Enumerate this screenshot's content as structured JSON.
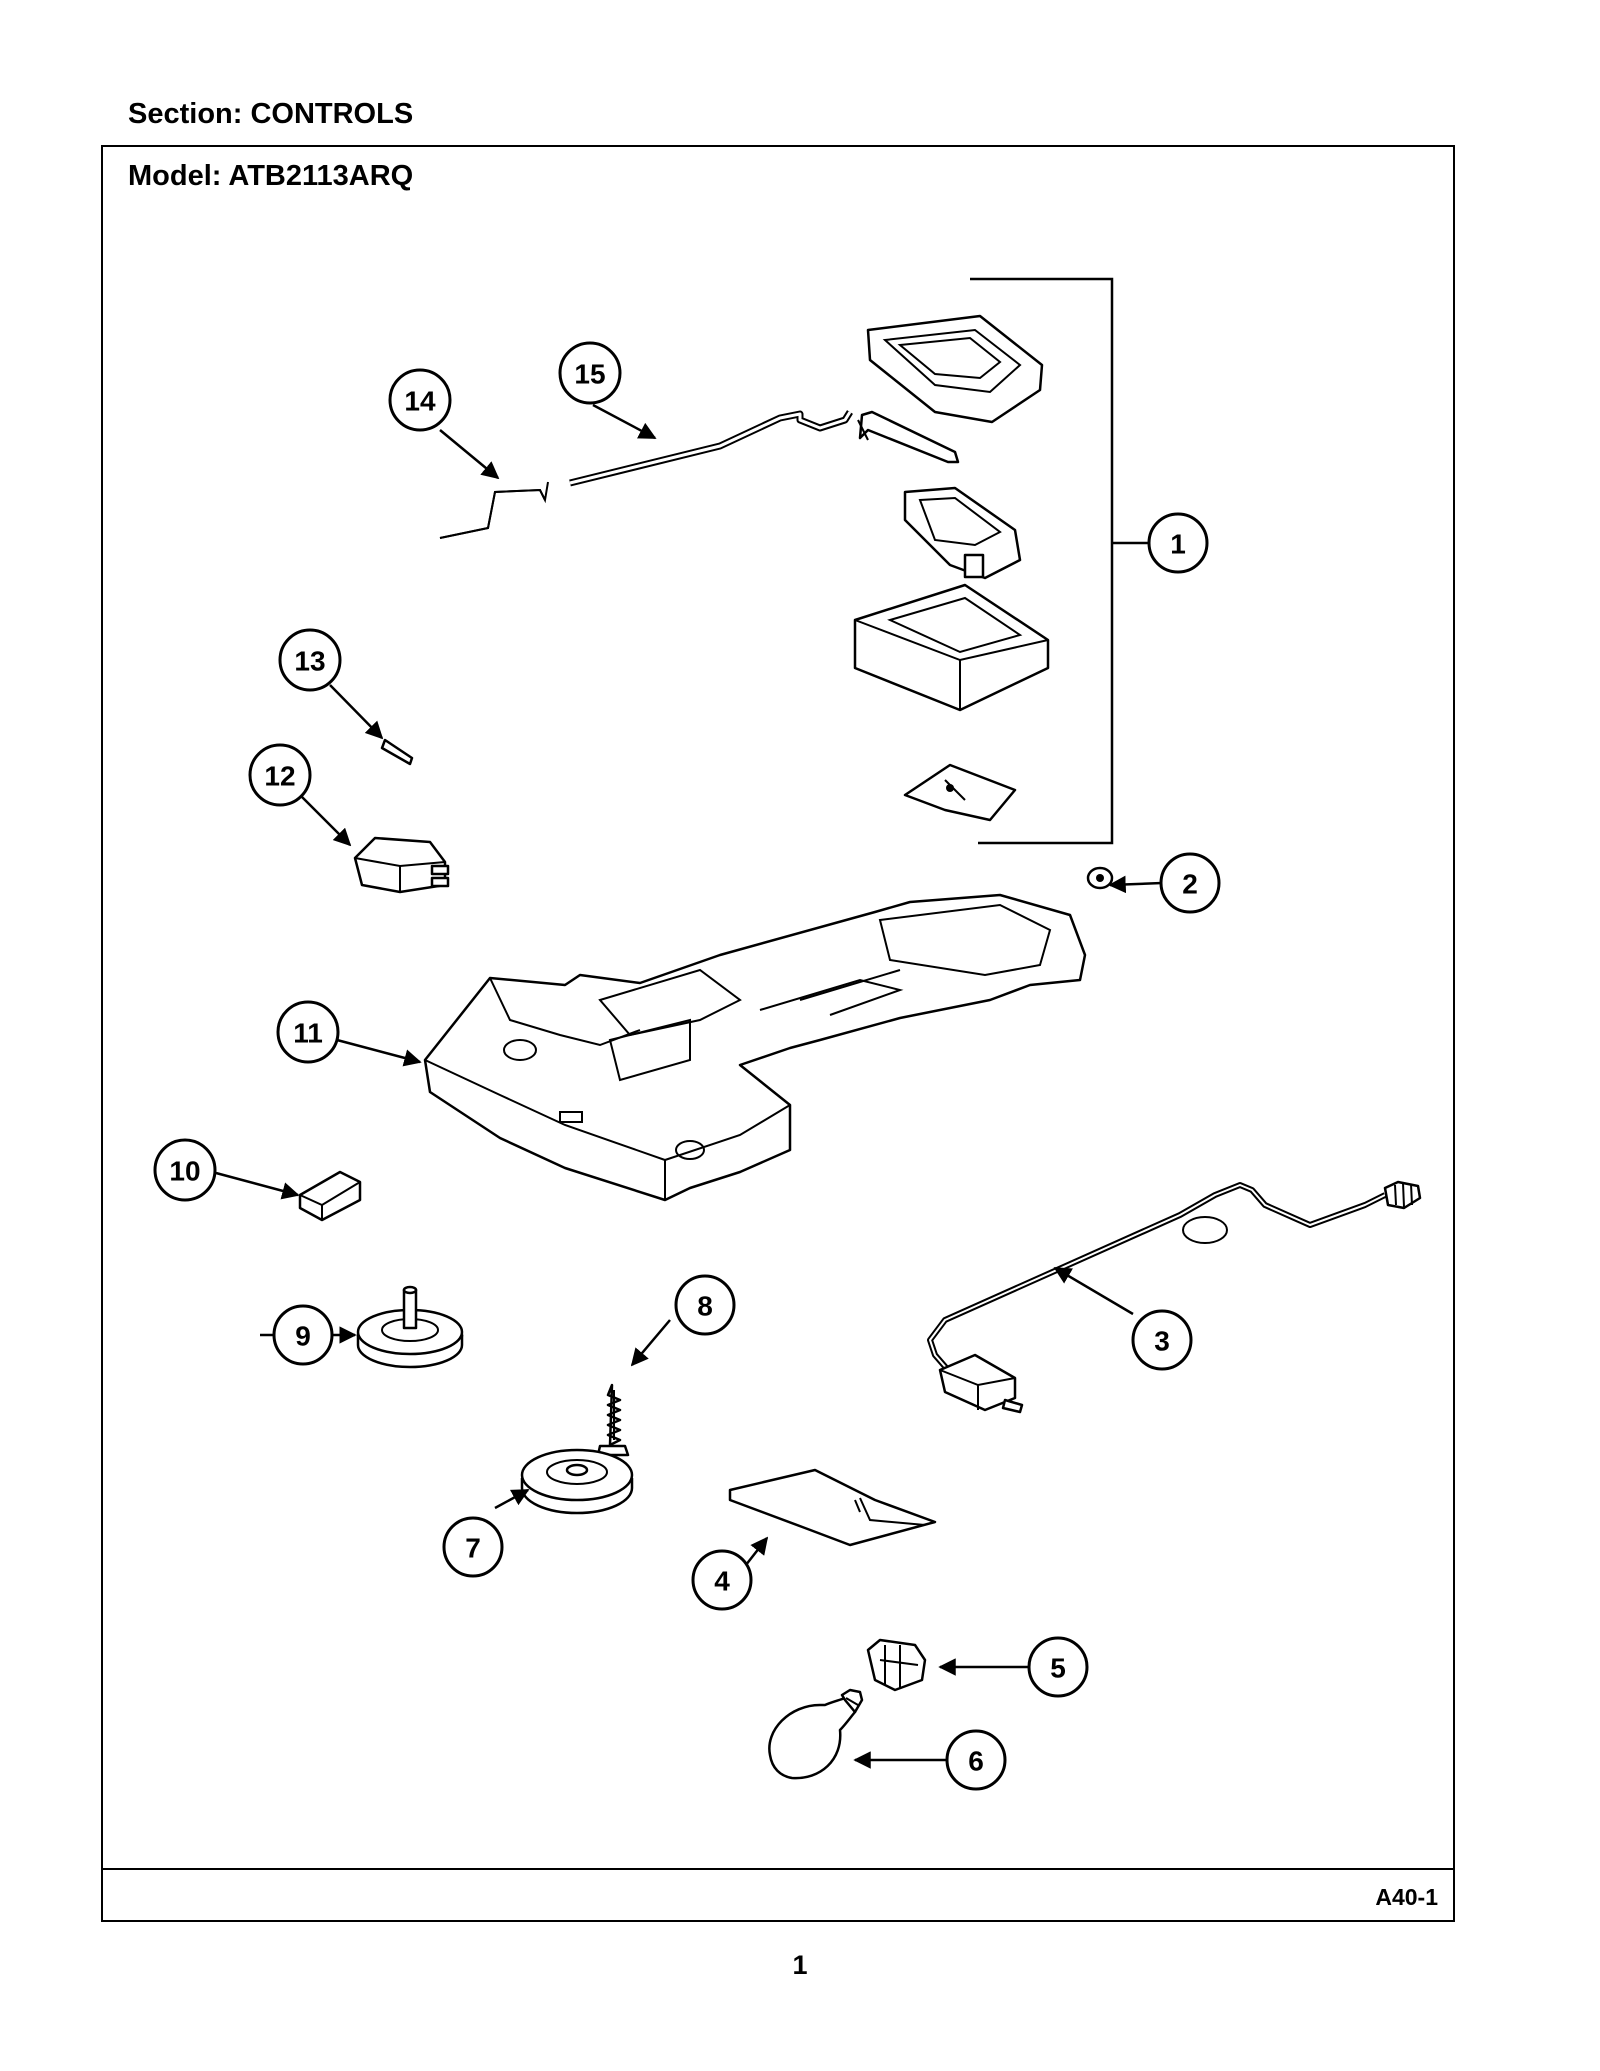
{
  "header": {
    "section": "Section:  CONTROLS",
    "model": "Model:  ATB2113ARQ"
  },
  "footer": {
    "figure_code": "A40-1",
    "page_number": "1"
  },
  "callouts": [
    "1",
    "2",
    "3",
    "4",
    "5",
    "6",
    "7",
    "8",
    "9",
    "10",
    "11",
    "12",
    "13",
    "14",
    "15"
  ]
}
